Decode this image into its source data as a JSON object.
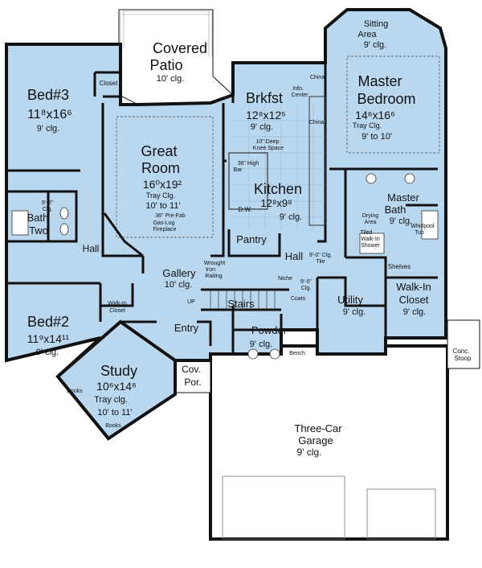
{
  "colors": {
    "room_fill": "#b9d8f0",
    "wall": "#111111",
    "outdoor_fill": "#ffffff"
  },
  "rooms": {
    "covered_patio": {
      "name": "Covered Patio",
      "name1": "Covered",
      "name2": "Patio",
      "ceiling": "10' clg."
    },
    "bed3": {
      "name": "Bed#3",
      "dims": "11⁸x16⁶",
      "ceiling": "9' clg."
    },
    "closet_bed3": {
      "name": "Closet"
    },
    "great_room": {
      "name1": "Great",
      "name2": "Room",
      "dims": "16⁰x19²",
      "ceiling1": "Tray Clg.",
      "ceiling2": "10' to 11'"
    },
    "fireplace": {
      "line1": "36\" Pre-Fab",
      "line2": "Gas-Log",
      "line3": "Fireplace"
    },
    "brkfst": {
      "name": "Brkfst",
      "dims": "12⁸x12⁵",
      "ceiling": "9' clg."
    },
    "info_center": {
      "line1": "Info.",
      "line2": "Center"
    },
    "china_1": {
      "label": "China"
    },
    "china_2": {
      "label": "China"
    },
    "kitchen": {
      "name": "Kitchen",
      "dims": "12⁸x9⁸",
      "ceiling": "9' clg.",
      "knee1": "10\" Deep",
      "knee2": "Knee Space",
      "bar1": "36\" High",
      "bar2": "Bar",
      "dw": "D.W."
    },
    "pantry": {
      "name": "Pantry"
    },
    "master_bedroom": {
      "name1": "Master",
      "name2": "Bedroom",
      "dims": "14⁶x16⁶",
      "ceiling1": "Tray Clg.",
      "ceiling2": "9' to 10'"
    },
    "sitting_area": {
      "name1": "Sitting",
      "name2": "Area",
      "ceiling": "9' clg."
    },
    "master_bath": {
      "name1": "Master",
      "name2": "Bath",
      "ceiling": "9' clg.",
      "drying1": "Drying",
      "drying2": "Area",
      "shower1": "Tiled",
      "shower2": "Walk-In",
      "shower3": "Shower",
      "tub1": "Whirlpool",
      "tub2": "Tub",
      "shelves": "Shelves"
    },
    "walk_in_closet": {
      "name1": "Walk-In",
      "name2": "Closet",
      "ceiling": "9' clg."
    },
    "bath_two": {
      "name1": "Bath",
      "name2": "Two",
      "ceiling1": "9'-0\"",
      "ceiling2": "Clg."
    },
    "hall_left": {
      "name": "Hall"
    },
    "hall_center": {
      "name": "Hall"
    },
    "gallery": {
      "name": "Gallery",
      "ceiling": "10' clg.",
      "railing1": "Wrought",
      "railing2": "Iron",
      "railing3": "Railing"
    },
    "niche": {
      "name": "Niche"
    },
    "tile_clg": {
      "line1": "9'-0\" Clg.",
      "line2": "Tile"
    },
    "coats": {
      "line1": "9'-0\"",
      "line2": "Clg.",
      "line3": "Coats"
    },
    "stairs": {
      "name": "Stairs",
      "up": "UP"
    },
    "utility": {
      "name": "Utility",
      "ceiling": "9' clg."
    },
    "powder": {
      "name": "Powder",
      "ceiling": "9' clg.",
      "bench": "Bench"
    },
    "entry": {
      "name": "Entry"
    },
    "bed2": {
      "name": "Bed#2",
      "dims": "11⁹x14¹¹",
      "ceiling": "9' clg."
    },
    "walk_in_closet_bed2": {
      "line1": "Walk-In",
      "line2": "Closet"
    },
    "study": {
      "name": "Study",
      "dims": "10⁶x14⁶",
      "ceiling1": "Tray clg.",
      "ceiling2": "10' to 11'",
      "books1": "Books",
      "books2": "Books"
    },
    "cov_porch": {
      "line1": "Cov.",
      "line2": "Por."
    },
    "garage": {
      "line1": "Three-Car",
      "line2": "Garage",
      "ceiling": "9' clg."
    },
    "conc_stoop": {
      "line1": "Conc.",
      "line2": "Stoop"
    }
  }
}
